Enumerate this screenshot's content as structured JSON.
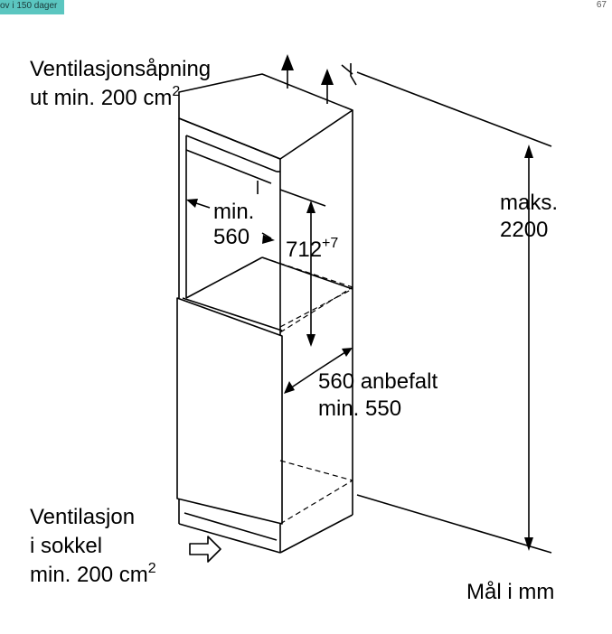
{
  "header": {
    "badge_text": "ov i 150 dager",
    "page_number": "67"
  },
  "labels": {
    "vent_out_line1": "Ventilasjonsåpning",
    "vent_out_line2": "ut min. 200 cm",
    "vent_out_sup": "2",
    "max_height_line1": "maks.",
    "max_height_line2": "2200",
    "min_width_line1": "min.",
    "min_width_line2": "560",
    "niche_height": "712",
    "niche_height_sup": "+7",
    "depth_line1": "560 anbefalt",
    "depth_line2": "min. 550",
    "vent_in_line1": "Ventilasjon",
    "vent_in_line2": "i sokkel",
    "vent_in_line3": "min. 200 cm",
    "vent_in_sup": "2",
    "units": "Mål i mm"
  },
  "colors": {
    "badge": "#5bc6c0",
    "ink": "#000000"
  }
}
